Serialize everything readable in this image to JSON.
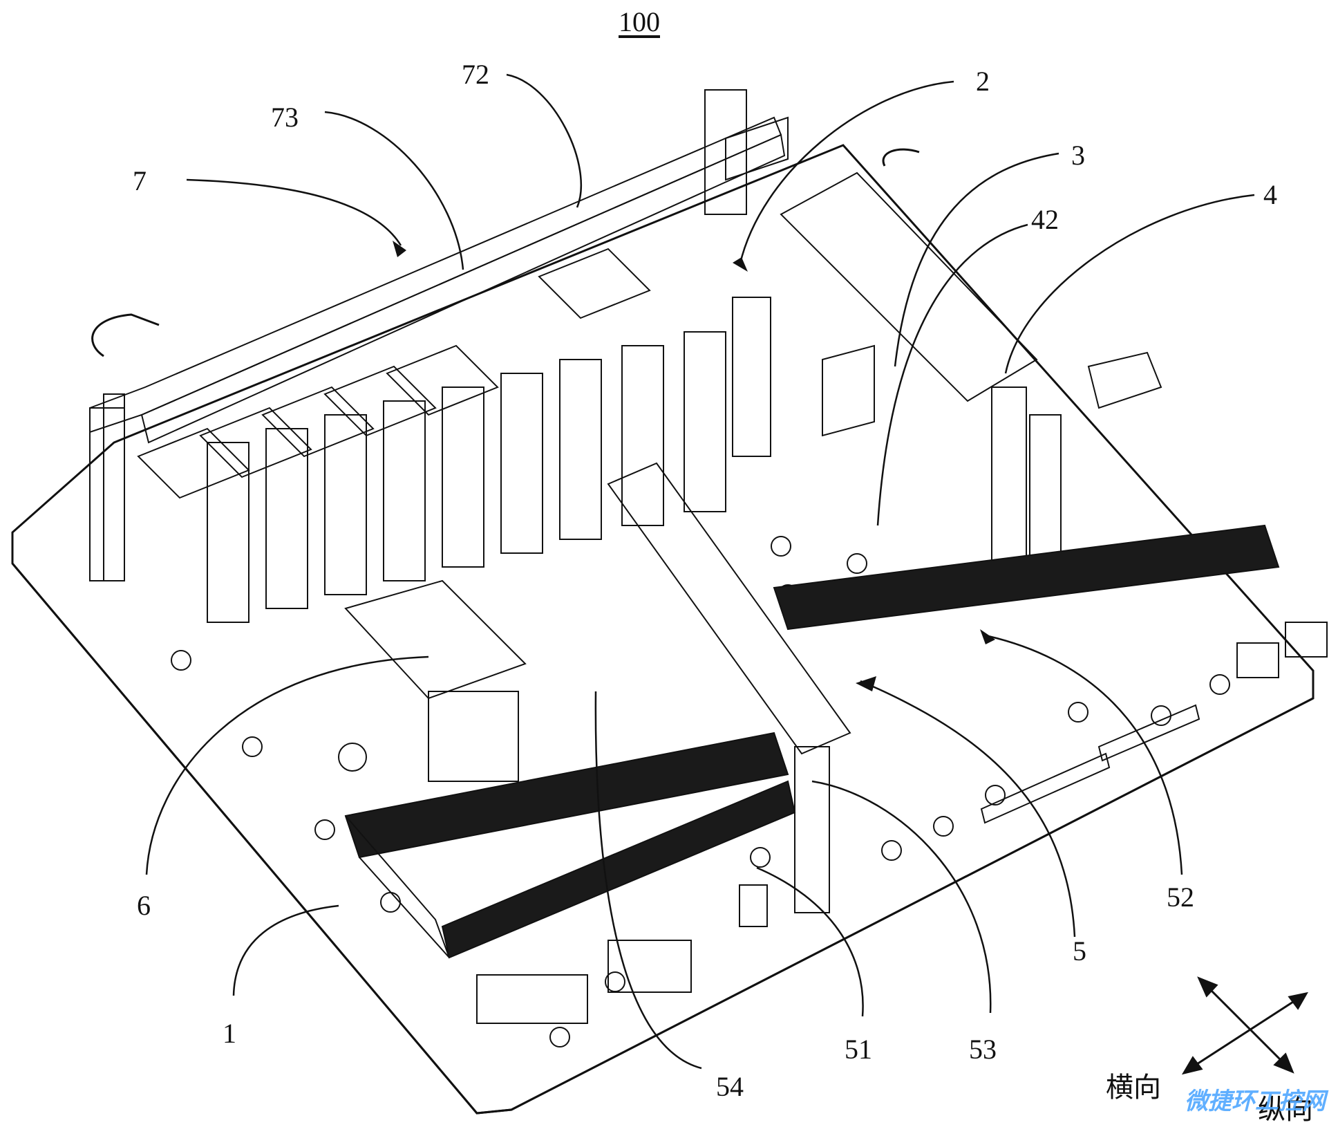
{
  "figure": {
    "assembly_number": "100",
    "labels": {
      "l72": "72",
      "l2": "2",
      "l73": "73",
      "l3": "3",
      "l7": "7",
      "l42": "42",
      "l4": "4",
      "l6": "6",
      "l52": "52",
      "l5": "5",
      "l1": "1",
      "l51": "51",
      "l53": "53",
      "l54": "54"
    },
    "directions": {
      "transverse": "横向",
      "longitudinal": "纵向"
    },
    "watermark": "微捷环工控网"
  }
}
